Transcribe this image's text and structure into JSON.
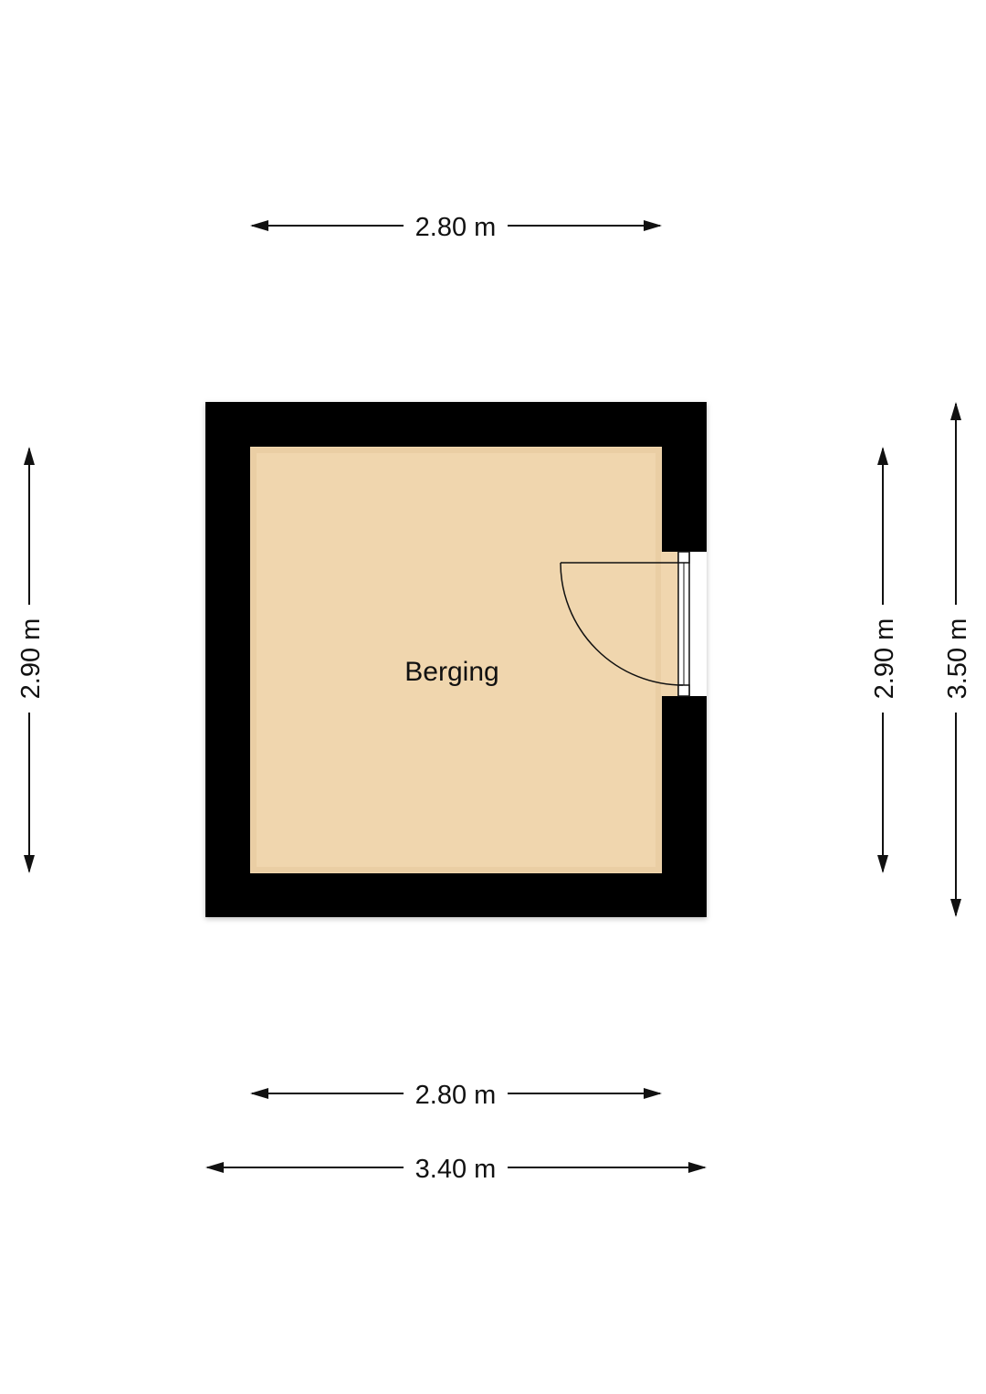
{
  "colors": {
    "wall": "#000000",
    "floor": "#f0d6ae",
    "floor_edge": "#e3c495",
    "line": "#111111"
  },
  "room": {
    "name": "Berging"
  },
  "dimensions": {
    "top_inner_width": "2.80 m",
    "bottom_inner_width": "2.80 m",
    "bottom_outer_width": "3.40 m",
    "left_inner_height": "2.90 m",
    "right_inner_height": "2.90 m",
    "right_outer_height": "3.50 m"
  }
}
